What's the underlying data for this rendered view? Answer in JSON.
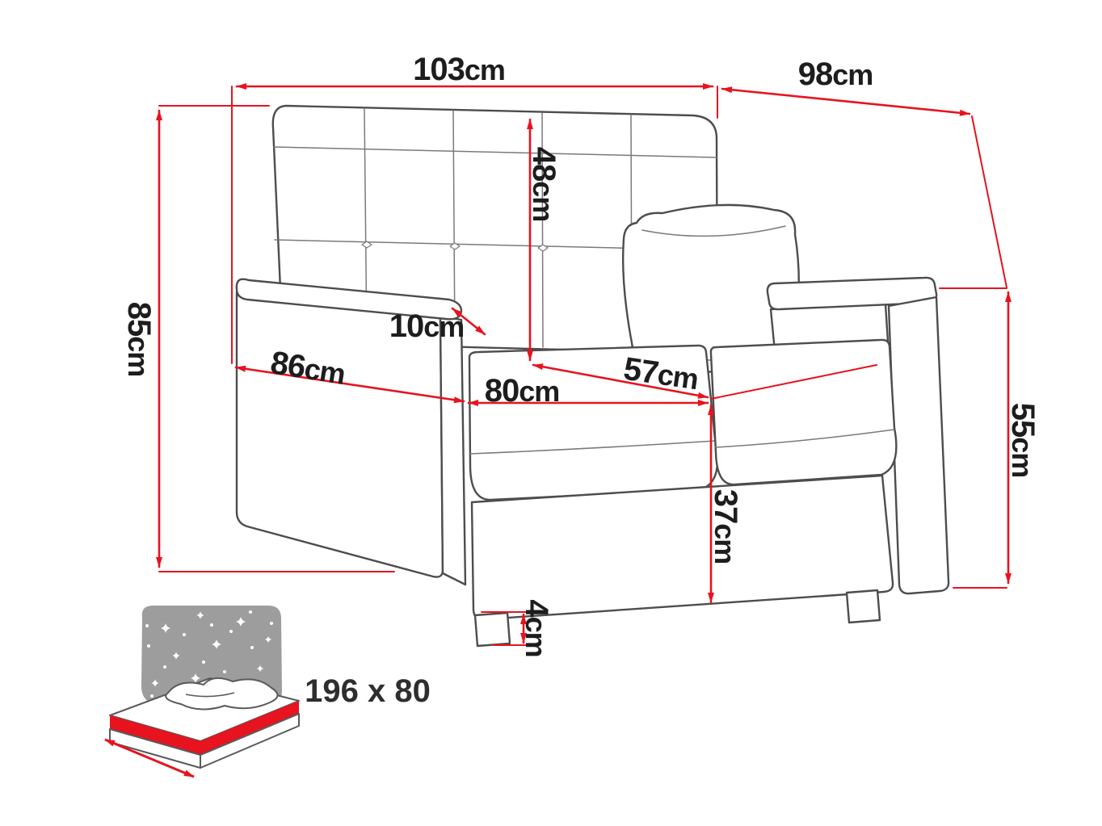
{
  "colors": {
    "dimension_red": "#e7131f",
    "outline_gray": "#4d4d4d",
    "label_black": "#1d1d1d",
    "blanket_gray": "#9d9d9d"
  },
  "dimensions": {
    "overall_width": {
      "value": "103",
      "unit": "cm"
    },
    "overall_depth": {
      "value": "98",
      "unit": "cm"
    },
    "overall_height": {
      "value": "85",
      "unit": "cm"
    },
    "backrest_height": {
      "value": "48",
      "unit": "cm"
    },
    "armrest_width": {
      "value": "10",
      "unit": "cm"
    },
    "base_depth": {
      "value": "86",
      "unit": "cm"
    },
    "seat_width": {
      "value": "80",
      "unit": "cm"
    },
    "seat_depth": {
      "value": "57",
      "unit": "cm"
    },
    "armrest_height": {
      "value": "55",
      "unit": "cm"
    },
    "seat_height": {
      "value": "37",
      "unit": "cm"
    },
    "leg_height": {
      "value": "4",
      "unit": "cm"
    }
  },
  "sleeping_area": {
    "label": "196 x 80"
  },
  "icons": {
    "sleeper": "sofa-bed-sleeping-function-icon"
  }
}
